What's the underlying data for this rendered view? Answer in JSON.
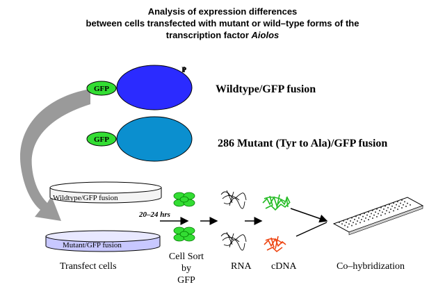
{
  "title": {
    "line1": "Analysis of expression differences",
    "line2": "between cells transfected with mutant or wild–type forms of the",
    "line3_prefix": "transcription factor ",
    "line3_italic": "Aiolos"
  },
  "constructs": {
    "gfp_label": "GFP",
    "wildtype_label": "Wildtype/GFP fusion",
    "mutant_label": "286 Mutant (Tyr to Ala)/GFP fusion",
    "phospho_mark": "P"
  },
  "dishes": {
    "wildtype": "Wildtype/GFP fusion",
    "mutant": "Mutant/GFP fusion"
  },
  "workflow": {
    "time_label": "20–24 hrs",
    "steps": {
      "transfect": "Transfect cells",
      "cell_sort_1": "Cell Sort",
      "cell_sort_2": "by",
      "cell_sort_3": "GFP",
      "rna": "RNA",
      "cdna": "cDNA",
      "cohybridization": "Co–hybridization"
    }
  },
  "colors": {
    "gfp": "#33dd33",
    "wildtype_protein": "#2b2bff",
    "mutant_protein": "#0b8fcf",
    "dish_top": "#f0f0f0",
    "dish_mutant": "#c8c8ff",
    "arrow_gray": "#9a9a9a",
    "cdna_green": "#22bb22",
    "cdna_red": "#ee4411"
  }
}
